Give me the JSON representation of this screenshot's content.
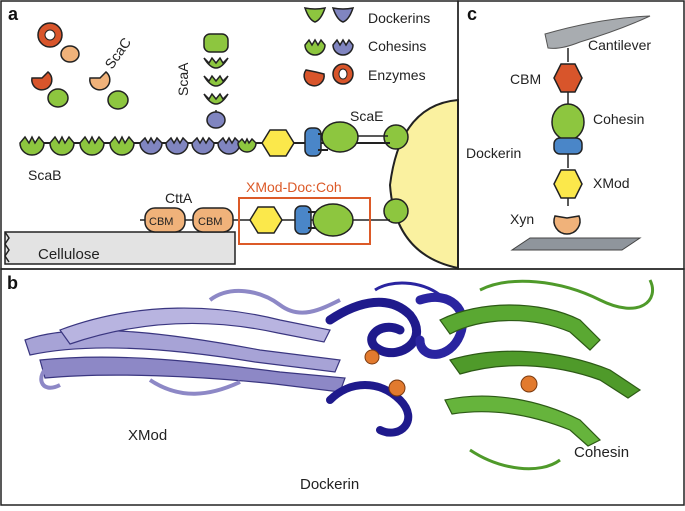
{
  "panels": {
    "a": {
      "letter": "a",
      "legend": {
        "dockerins": "Dockerins",
        "cohesins": "Cohesins",
        "enzymes": "Enzymes"
      },
      "labels": {
        "scac": "ScaC",
        "scaa": "ScaA",
        "scab": "ScaB",
        "scae": "ScaE",
        "ctta": "CttA",
        "cbm1": "CBM",
        "cbm2": "CBM",
        "xmod_doc_coh": "XMod-Doc:Coh",
        "cellulose": "Cellulose"
      }
    },
    "b": {
      "letter": "b",
      "labels": {
        "xmod": "XMod",
        "dockerin": "Dockerin",
        "cohesin": "Cohesin"
      }
    },
    "c": {
      "letter": "c",
      "labels": {
        "cantilever": "Cantilever",
        "cbm": "CBM",
        "cohesin": "Cohesin",
        "dockerin": "Dockerin",
        "xmod": "XMod",
        "xyn": "Xyn"
      }
    }
  },
  "colors": {
    "cohesin_green": "#8dc63f",
    "cohesin_purple": "#8085c0",
    "dockerin_blue": "#4a86c8",
    "enzyme_red": "#d8552b",
    "enzyme_peach": "#f0b27a",
    "xmod_yellow": "#fbe84b",
    "cell_yellow": "#faf1a0",
    "highlight_orange": "#dc5a28",
    "xmod_cartoon": "#a7a3d6",
    "dockerin_cartoon": "#1f1a8c",
    "cohesin_cartoon": "#4f9a2a"
  }
}
